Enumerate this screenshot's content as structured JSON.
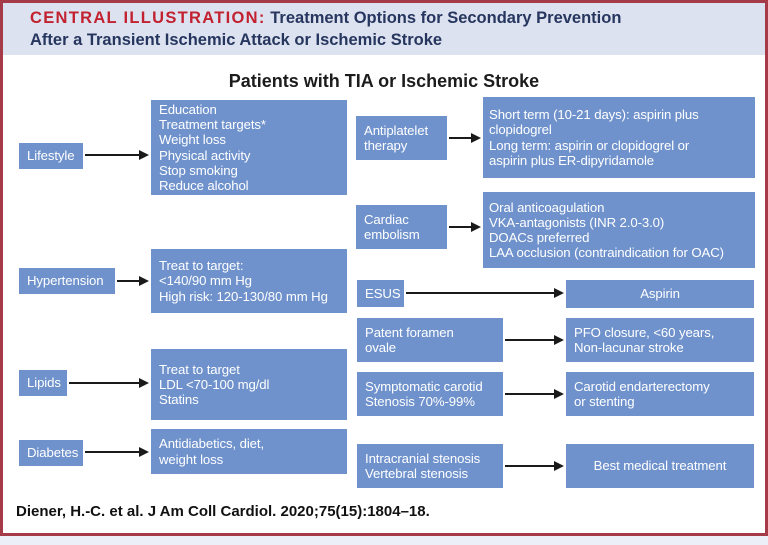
{
  "header": {
    "label": "CENTRAL ILLUSTRATION:",
    "title_line1": "Treatment Options for Secondary Prevention",
    "title_line2": "After a Transient Ischemic Attack or Ischemic Stroke"
  },
  "diagram": {
    "title": "Patients with TIA or Ischemic Stroke",
    "flows": {
      "lifestyle": {
        "label": "Lifestyle",
        "content": "Education\nTreatment targets*\nWeight loss\nPhysical activity\nStop smoking\nReduce alcohol"
      },
      "antiplatelet": {
        "label": "Antiplatelet\ntherapy",
        "content": "Short term (10-21 days): aspirin plus\nclopidogrel\nLong term: aspirin or clopidogrel or\naspirin plus ER-dipyridamole"
      },
      "cardiac_embolism": {
        "label": "Cardiac\nembolism",
        "content": "Oral anticoagulation\nVKA-antagonists (INR 2.0-3.0)\nDOACs preferred\nLAA occlusion (contraindication for OAC)"
      },
      "hypertension": {
        "label": "Hypertension",
        "content": "Treat to target:\n<140/90 mm Hg\nHigh risk: 120-130/80 mm Hg"
      },
      "esus": {
        "label": "ESUS",
        "content": "Aspirin"
      },
      "pfo": {
        "label": "Patent foramen\novale",
        "content": "PFO closure, <60 years,\nNon-lacunar stroke"
      },
      "lipids": {
        "label": "Lipids",
        "content": "Treat to target\nLDL <70-100 mg/dl\nStatins"
      },
      "carotid": {
        "label": "Symptomatic carotid\nStenosis 70%-99%",
        "content": "Carotid endarterectomy\nor stenting"
      },
      "diabetes": {
        "label": "Diabetes",
        "content": "Antidiabetics, diet,\nweight loss"
      },
      "intracranial": {
        "label": "Intracranial stenosis\nVertebral stenosis",
        "content": "Best medical treatment"
      }
    }
  },
  "citation": "Diener, H.-C. et al. J Am Coll Cardiol. 2020;75(15):1804–18.",
  "colors": {
    "accent_red": "#c2212f",
    "navy": "#26365e",
    "box_blue": "#6f92cc",
    "header_bg": "#dde2f0",
    "border_red": "#a53b49",
    "arrow_black": "#1a1a1a"
  }
}
